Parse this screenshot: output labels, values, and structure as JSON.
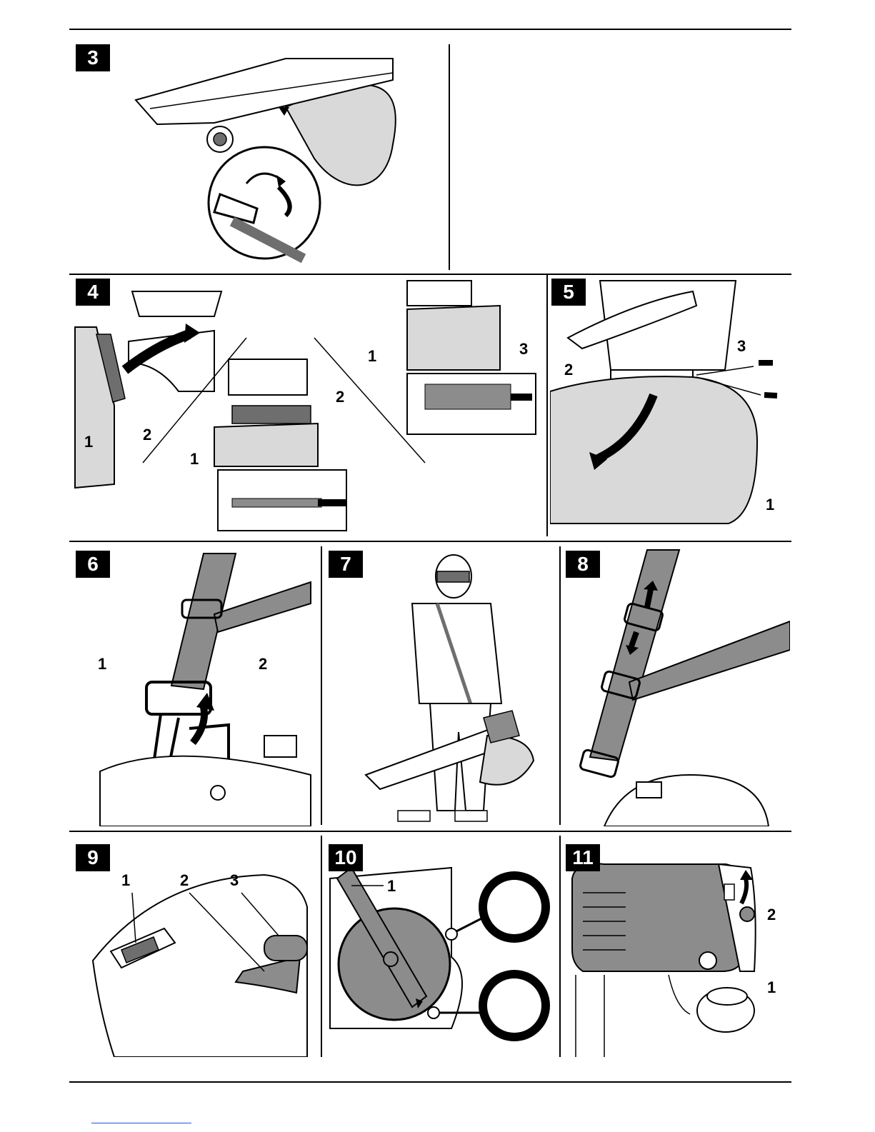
{
  "figures": [
    {
      "id": "3",
      "callouts": []
    },
    {
      "id": "4",
      "callouts": [
        "1",
        "2",
        "2",
        "1",
        "1",
        "3"
      ]
    },
    {
      "id": "5",
      "callouts": [
        "2",
        "3",
        "1"
      ]
    },
    {
      "id": "6",
      "callouts": [
        "1",
        "2"
      ]
    },
    {
      "id": "7",
      "callouts": []
    },
    {
      "id": "8",
      "callouts": []
    },
    {
      "id": "9",
      "callouts": [
        "1",
        "2",
        "3"
      ]
    },
    {
      "id": "10",
      "callouts": [
        "1"
      ]
    },
    {
      "id": "11",
      "callouts": [
        "2",
        "1"
      ]
    }
  ],
  "colors": {
    "bag_grey": "#d9d9d9",
    "strap_grey": "#8c8c8c",
    "dark_grey": "#6e6e6e",
    "line": "#000000"
  }
}
